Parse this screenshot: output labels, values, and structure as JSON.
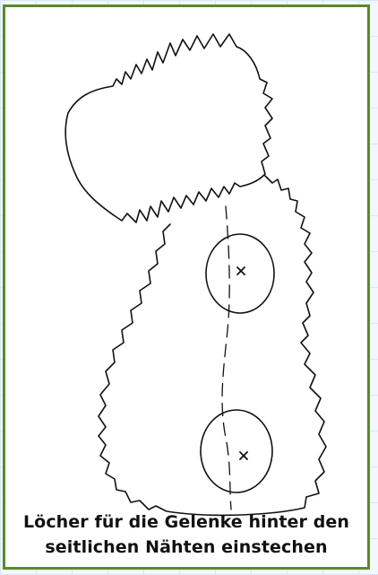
{
  "caption": {
    "line1": "Löcher für die Gelenke hinter den",
    "line2": "seitlichen Nähten einstechen"
  },
  "illustration": {
    "subject": "plush animal body sewing pattern outline",
    "joint_marks": [
      "x",
      "x"
    ]
  },
  "colors": {
    "frame": "#5a8a2a",
    "ink": "#111111",
    "grid": "#d9e7f5"
  }
}
